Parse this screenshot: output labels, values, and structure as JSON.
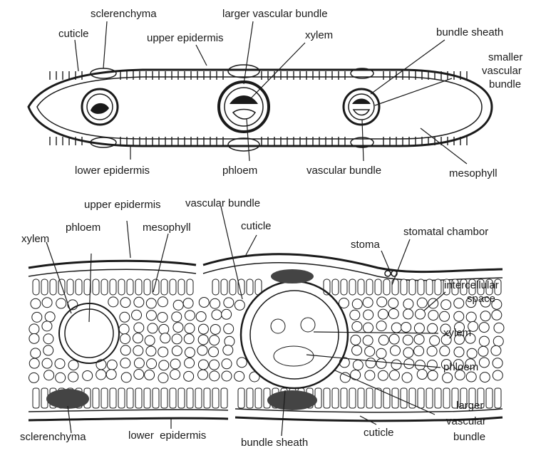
{
  "top_diagram": {
    "labels": {
      "sclerenchyma": "sclerenchyma",
      "larger_vascular_bundle": "larger vascular bundle",
      "cuticle": "cuticle",
      "upper_epidermis": "upper epidermis",
      "xylem": "xylem",
      "bundle_sheath": "bundle sheath",
      "smaller_vascular_bundle_1": "smaller",
      "smaller_vascular_bundle_2": "vascular",
      "smaller_vascular_bundle_3": "bundle",
      "lower_epidermis": "lower epidermis",
      "phloem": "phloem",
      "vascular_bundle": "vascular bundle",
      "mesophyll": "mesophyll"
    }
  },
  "bottom_diagram": {
    "labels": {
      "upper_epidermis": "upper epidermis",
      "vascular_bundle": "vascular bundle",
      "xylem_left": "xylem",
      "phloem_left": "phloem",
      "mesophyll": "mesophyll",
      "cuticle_top": "cuticle",
      "stoma": "stoma",
      "stomatal_chamber": "stomatal chambor",
      "intercellular_space_1": "intercellular",
      "intercellular_space_2": "space",
      "xylem_right": "xylem",
      "phloem_right": "phloem",
      "larger_vascular_bundle_1": "larger",
      "larger_vascular_bundle_2": "vascular",
      "larger_vascular_bundle_3": "bundle",
      "sclerenchyma": "sclerenchyma",
      "lower_epidermis": "lower  epidermis",
      "bundle_sheath": "bundle sheath",
      "cuticle_bottom": "cuticle"
    }
  },
  "colors": {
    "ink": "#1a1a1a",
    "paper": "#ffffff"
  }
}
